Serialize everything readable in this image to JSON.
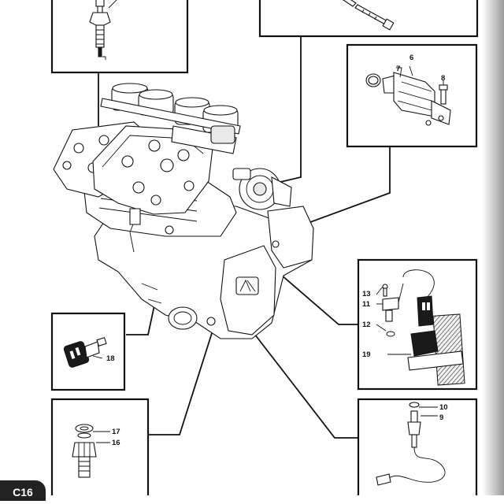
{
  "page": {
    "page_code": "C16"
  },
  "callouts": {
    "n6": "6",
    "n7": "7",
    "n8": "8",
    "n9": "9",
    "n10": "10",
    "n11": "11",
    "n12": "12",
    "n13": "13",
    "n16": "16",
    "n17": "17",
    "n18": "18",
    "n19": "19"
  },
  "colors": {
    "ink": "#111111",
    "badge": "#222222",
    "hatch": "#555555"
  }
}
